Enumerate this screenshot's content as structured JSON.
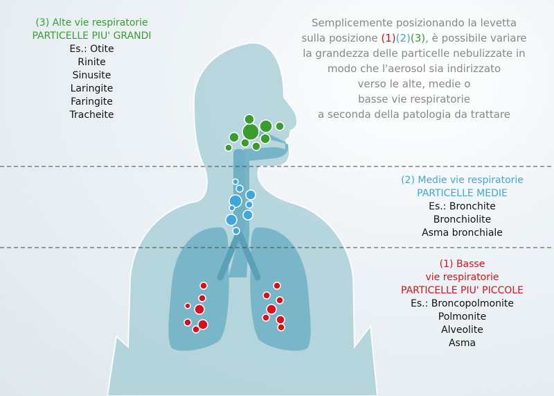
{
  "intro": {
    "before": "Semplicemente posizionando la levetta",
    "line2_prefix": "sulla posizione ",
    "pos1": "(1)",
    "pos2": "(2)",
    "pos3": "(3)",
    "line2_suffix": ", è possibile variare",
    "line3": "la grandezza delle particelle nebulizzate in",
    "line4": "modo che l'aerosol sia indirizzato",
    "line5": "verso le alte, medie o",
    "line6": "basse vie respiratorie",
    "line7": "a seconda della patologia da trattare"
  },
  "upper": {
    "title": "(3) Alte vie respiratorie",
    "subtitle": "PARTICELLE PIU' GRANDI",
    "examples": [
      "Es.: Otite",
      "Rinite",
      "Sinusite",
      "Laringite",
      "Faringite",
      "Tracheite"
    ]
  },
  "middle": {
    "title": "(2) Medie vie respiratorie",
    "subtitle": "PARTICELLE MEDIE",
    "examples": [
      "Es.: Bronchite",
      "Bronchiolite",
      "Asma bronchiale"
    ]
  },
  "lower": {
    "title_1": "(1) Basse",
    "title_2": "vie respiratorie",
    "subtitle": "PARTICELLE PIU' PICCOLE",
    "examples": [
      "Es.: Broncopolmonite",
      "Polmonite",
      "Alveolite",
      "Asma"
    ]
  },
  "colors": {
    "upper": "#3a9c2f",
    "middle": "#3fa7dc",
    "lower": "#d8101c"
  }
}
